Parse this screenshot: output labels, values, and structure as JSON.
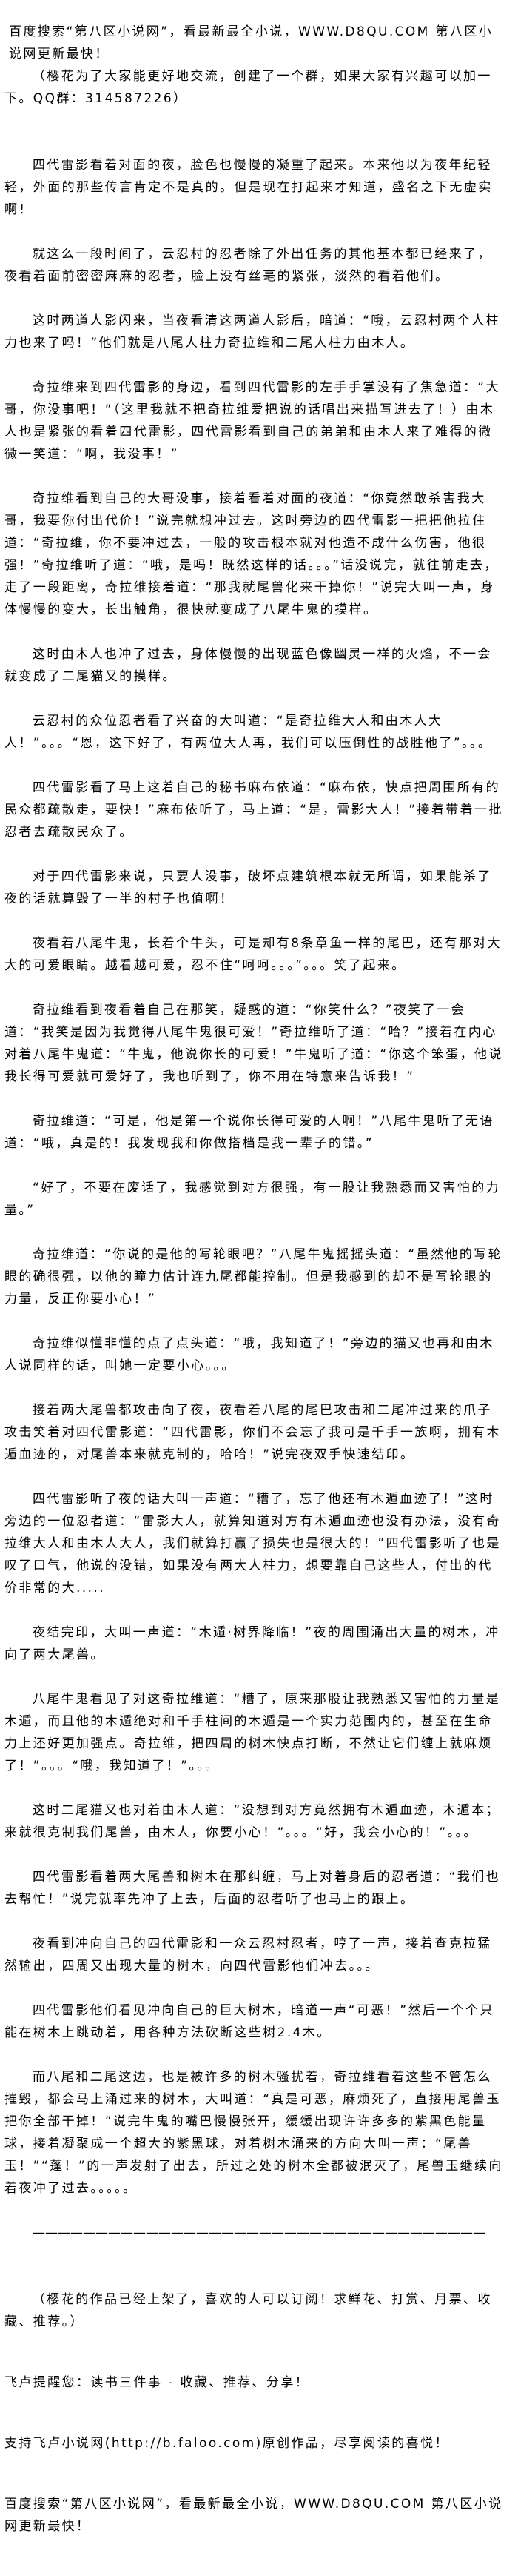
{
  "header": {
    "ad": "百度搜索“第八区小说网”，看最新最全小说，WWW.D8QU.COM  第八区小说网更新最快！",
    "qq_note": "（樱花为了大家能更好地交流，创建了一个群，如果大家有兴趣可以加一下。QQ群：314587226）"
  },
  "paragraphs": [
    "四代雷影看着对面的夜，脸色也慢慢的凝重了起来。本来他以为夜年纪轻轻，外面的那些传言肯定不是真的。但是现在打起来才知道，盛名之下无虚实啊！",
    "就这么一段时间了，云忍村的忍者除了外出任务的其他基本都已经来了，夜看着面前密密麻麻的忍者，脸上没有丝毫的紧张，淡然的看着他们。",
    "这时两道人影闪来，当夜看清这两道人影后，暗道：“哦，云忍村两个人柱力也来了吗！”他们就是八尾人柱力奇拉维和二尾人柱力由木人。",
    "奇拉维来到四代雷影的身边，看到四代雷影的左手手掌没有了焦急道：“大哥，你没事吧！”（这里我就不把奇拉维爱把说的话唱出来描写进去了！）由木人也是紧张的看着四代雷影，四代雷影看到自己的弟弟和由木人来了难得的微微一笑道：“啊，我没事！”",
    "奇拉维看到自己的大哥没事，接着看着对面的夜道：“你竟然敢杀害我大哥，我要你付出代价！”说完就想冲过去。这时旁边的四代雷影一把把他拉住道：“奇拉维，你不要冲过去，一般的攻击根本就对他造不成什么伤害，他很强！”奇拉维听了道：“哦，是吗！既然这样的话。。。”话没说完，就往前走去，走了一段距离，奇拉维接着道：“那我就尾兽化来干掉你！”说完大叫一声，身体慢慢的变大，长出触角，很快就变成了八尾牛鬼的摸样。",
    "这时由木人也冲了过去，身体慢慢的出现蓝色像幽灵一样的火焰，不一会就变成了二尾猫又的摸样。",
    "云忍村的众位忍者看了兴奋的大叫道：“是奇拉维大人和由木人大人！”。。。“恩，这下好了，有两位大人再，我们可以压倒性的战胜他了”。。。",
    "四代雷影看了马上这着自己的秘书麻布依道：“麻布依，快点把周围所有的民众都疏散走，要快！”麻布依听了，马上道：“是，雷影大人！”接着带着一批忍者去疏散民众了。",
    "对于四代雷影来说，只要人没事，破坏点建筑根本就无所谓，如果能杀了夜的话就算毁了一半的村子也值啊！",
    "夜看着八尾牛鬼，长着个牛头，可是却有8条章鱼一样的尾巴，还有那对大大的可爱眼睛。越看越可爱，忍不住“呵呵。。。”。。。笑了起来。",
    "奇拉维看到夜看着自己在那笑，疑惑的道：“你笑什么？”夜笑了一会道：“我笑是因为我觉得八尾牛鬼很可爱！”奇拉维听了道：“哈？”接着在内心对着八尾牛鬼道：“牛鬼，他说你长的可爱！”牛鬼听了道：“你这个笨蛋，他说我长得可爱就可爱好了，我也听到了，你不用在特意来告诉我！”",
    "奇拉维道：“可是，他是第一个说你长得可爱的人啊！”八尾牛鬼听了无语道：“哦，真是的！我发现我和你做搭档是我一辈子的错。”",
    "“好了，不要在废话了，我感觉到对方很强，有一股让我熟悉而又害怕的力量。”",
    "奇拉维道：“你说的是他的写轮眼吧？”八尾牛鬼摇摇头道：“虽然他的写轮眼的确很强，以他的瞳力估计连九尾都能控制。但是我感到的却不是写轮眼的力量，反正你要小心！”",
    "奇拉维似懂非懂的点了点头道：“哦，我知道了！”旁边的猫又也再和由木人说同样的话，叫她一定要小心。。。",
    "接着两大尾兽都攻击向了夜，夜看着八尾的尾巴攻击和二尾冲过来的爪子攻击笑着对四代雷影道：“四代雷影，你们不会忘了我可是千手一族啊，拥有木遁血迹的，对尾兽本来就克制的，哈哈！”说完夜双手快速结印。",
    "四代雷影听了夜的话大叫一声道：“糟了，忘了他还有木遁血迹了！”这时旁边的一位忍者道：“雷影大人，就算知道对方有木遁血迹也没有办法，没有奇拉维大人和由木人大人，我们就算打赢了损失也是很大的！”四代雷影听了也是叹了口气，他说的没错，如果没有两大人柱力，想要靠自己这些人，付出的代价非常的大.....",
    "夜结完印，大叫一声道：“木遁·树界降临！”夜的周围涌出大量的树木，冲向了两大尾兽。",
    "八尾牛鬼看见了对这奇拉维道：“糟了，原来那股让我熟悉又害怕的力量是木遁，而且他的木遁绝对和千手柱间的木遁是一个实力范围内的，甚至在生命力上还好更加强点。奇拉维，把四周的树木快点打断，不然让它们缠上就麻烦了！”。。。“哦，我知道了！”。。。",
    "这时二尾猫又也对着由木人道：“没想到对方竟然拥有木遁血迹，木遁本；来就很克制我们尾兽，由木人，你要小心！”。。。“好，我会小心的！”。。。",
    "四代雷影看着两大尾兽和树木在那纠缠，马上对着身后的忍者道：“我们也去帮忙！”说完就率先冲了上去，后面的忍者听了也马上的跟上。",
    "夜看到冲向自己的四代雷影和一众云忍村忍者，哼了一声，接着查克拉猛然输出，四周又出现大量的树木，向四代雷影他们冲去。。。",
    "四代雷影他们看见冲向自己的巨大树木，暗道一声“可恶！”然后一个个只能在树木上跳动着，用各种方法砍断这些树2.4木。",
    "而八尾和二尾这边，也是被许多的树木骚扰着，奇拉维看着这些不管怎么摧毁，都会马上涌过来的树木，大叫道：“真是可恶，麻烦死了，直接用尾兽玉把你全部干掉！”说完牛鬼的嘴巴慢慢张开，缓缓出现许许多多的紫黑色能量球，接着凝聚成一个超大的紫黑球，对着树木涌来的方向大叫一声：“尾兽玉！”“蓬！”的一声发射了出去，所过之处的树木全都被泯灭了，尾兽玉继续向着夜冲了过去。。。。。"
  ],
  "separator": "————————————————————————————————————",
  "footer": {
    "author_note": "（樱花的作品已经上架了，喜欢的人可以订阅！求鲜花、打赏、月票、收藏、推荐。）",
    "reminder": "飞卢提醒您：读书三件事 - 收藏、推荐、分享！",
    "support": "支持飞卢小说网(http://b.faloo.com)原创作品，尽享阅读的喜悦！",
    "ad": "百度搜索“第八区小说网”，看最新最全小说，WWW.D8QU.COM  第八区小说网更新最快！"
  }
}
